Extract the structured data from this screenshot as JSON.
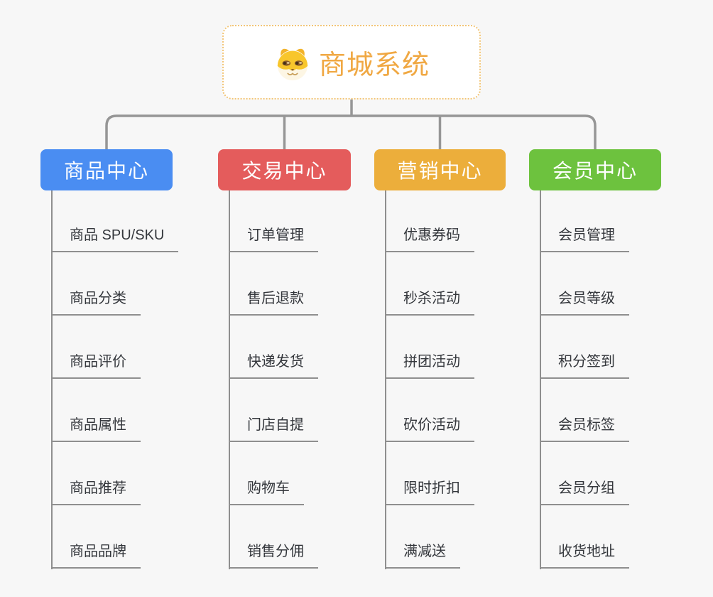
{
  "page": {
    "background_color": "#f7f7f7",
    "connector_color": "#969696",
    "leaf_line_color": "#8f8f8f"
  },
  "root": {
    "title": "商城系统",
    "icon": "dog-face-icon",
    "title_color": "#f0a843",
    "border_color": "#f2c577"
  },
  "branches": [
    {
      "label": "商品中心",
      "color": "#4a8df2",
      "items": [
        "商品 SPU/SKU",
        "商品分类",
        "商品评价",
        "商品属性",
        "商品推荐",
        "商品品牌"
      ]
    },
    {
      "label": "交易中心",
      "color": "#e45c5c",
      "items": [
        "订单管理",
        "售后退款",
        "快递发货",
        "门店自提",
        "购物车",
        "销售分佣"
      ]
    },
    {
      "label": "营销中心",
      "color": "#ecae3b",
      "items": [
        "优惠券码",
        "秒杀活动",
        "拼团活动",
        "砍价活动",
        "限时折扣",
        "满减送"
      ]
    },
    {
      "label": "会员中心",
      "color": "#6dc23e",
      "items": [
        "会员管理",
        "会员等级",
        "积分签到",
        "会员标签",
        "会员分组",
        "收货地址"
      ]
    }
  ]
}
